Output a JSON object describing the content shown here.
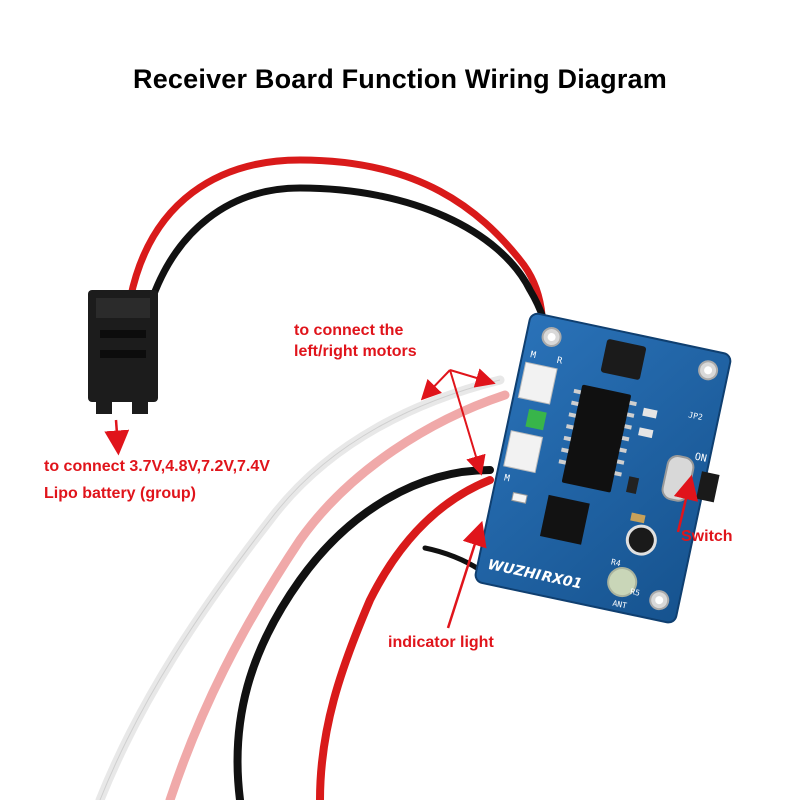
{
  "title": "Receiver Board Function Wiring Diagram",
  "labels": {
    "motors_line1": "to connect the",
    "motors_line2": "left/right motors",
    "battery_line1": "to connect 3.7V,4.8V,7.2V,7.4V",
    "battery_line2": "Lipo battery (group)",
    "switch": "Switch",
    "indicator": "indicator light"
  },
  "board": {
    "brand": "WUZHI",
    "model": "RX01",
    "on_label": "ON",
    "jp2": "JP2",
    "ant": "ANT",
    "r4": "R4",
    "r5": "R5",
    "m_left": "M",
    "r_top": "R",
    "m_mid": "M"
  },
  "colors": {
    "label_red": "#e0141b",
    "pcb_blue": "#1f5fa0",
    "wire_red": "#d91a1a",
    "wire_black": "#111111",
    "wire_white": "#eeeeee",
    "wire_pink": "#f0a9a9"
  }
}
